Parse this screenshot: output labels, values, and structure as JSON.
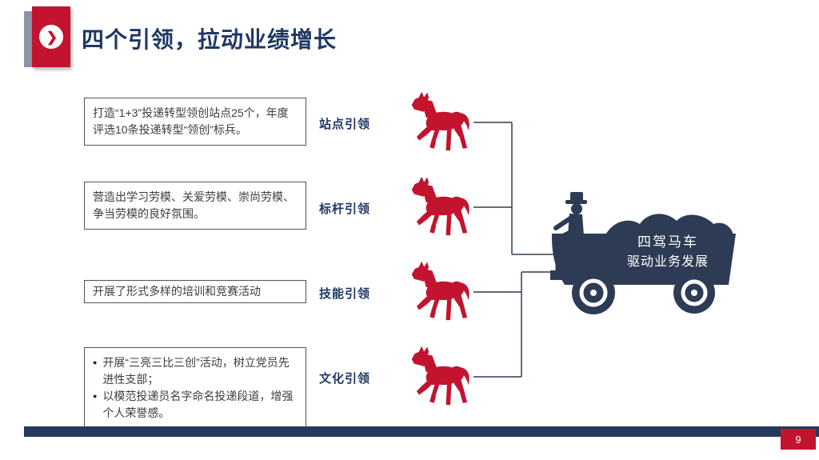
{
  "slide": {
    "title": "四个引领，拉动业绩增长",
    "page_number": "9"
  },
  "colors": {
    "red": "#c2142f",
    "navy": "#1f3864",
    "dark": "#2e3b55",
    "background": "#ffffff"
  },
  "glyphs": {
    "chevron": "❯",
    "bullet": "●"
  },
  "icons": {
    "title_badge": "chevron-right-icon",
    "horse": "horse-icon",
    "carriage": "horse-carriage-icon"
  },
  "sections": [
    {
      "label": "站点引领",
      "text": "打造“1+3”投递转型领创站点25个，年度评选10条投递转型“领创”标兵。"
    },
    {
      "label": "标杆引领",
      "text": "营造出学习劳模、关爱劳模、崇尚劳模、争当劳模的良好氛围。"
    },
    {
      "label": "技能引领",
      "text": "开展了形式多样的培训和竞赛活动"
    },
    {
      "label": "文化引领",
      "bullets": [
        "开展“三亮三比三创”活动，树立党员先进性支部；",
        "以模范投递员名字命名投递段道，增强个人荣誉感。"
      ]
    }
  ],
  "carriage": {
    "line1": "四驾马车",
    "line2": "驱动业务发展"
  }
}
